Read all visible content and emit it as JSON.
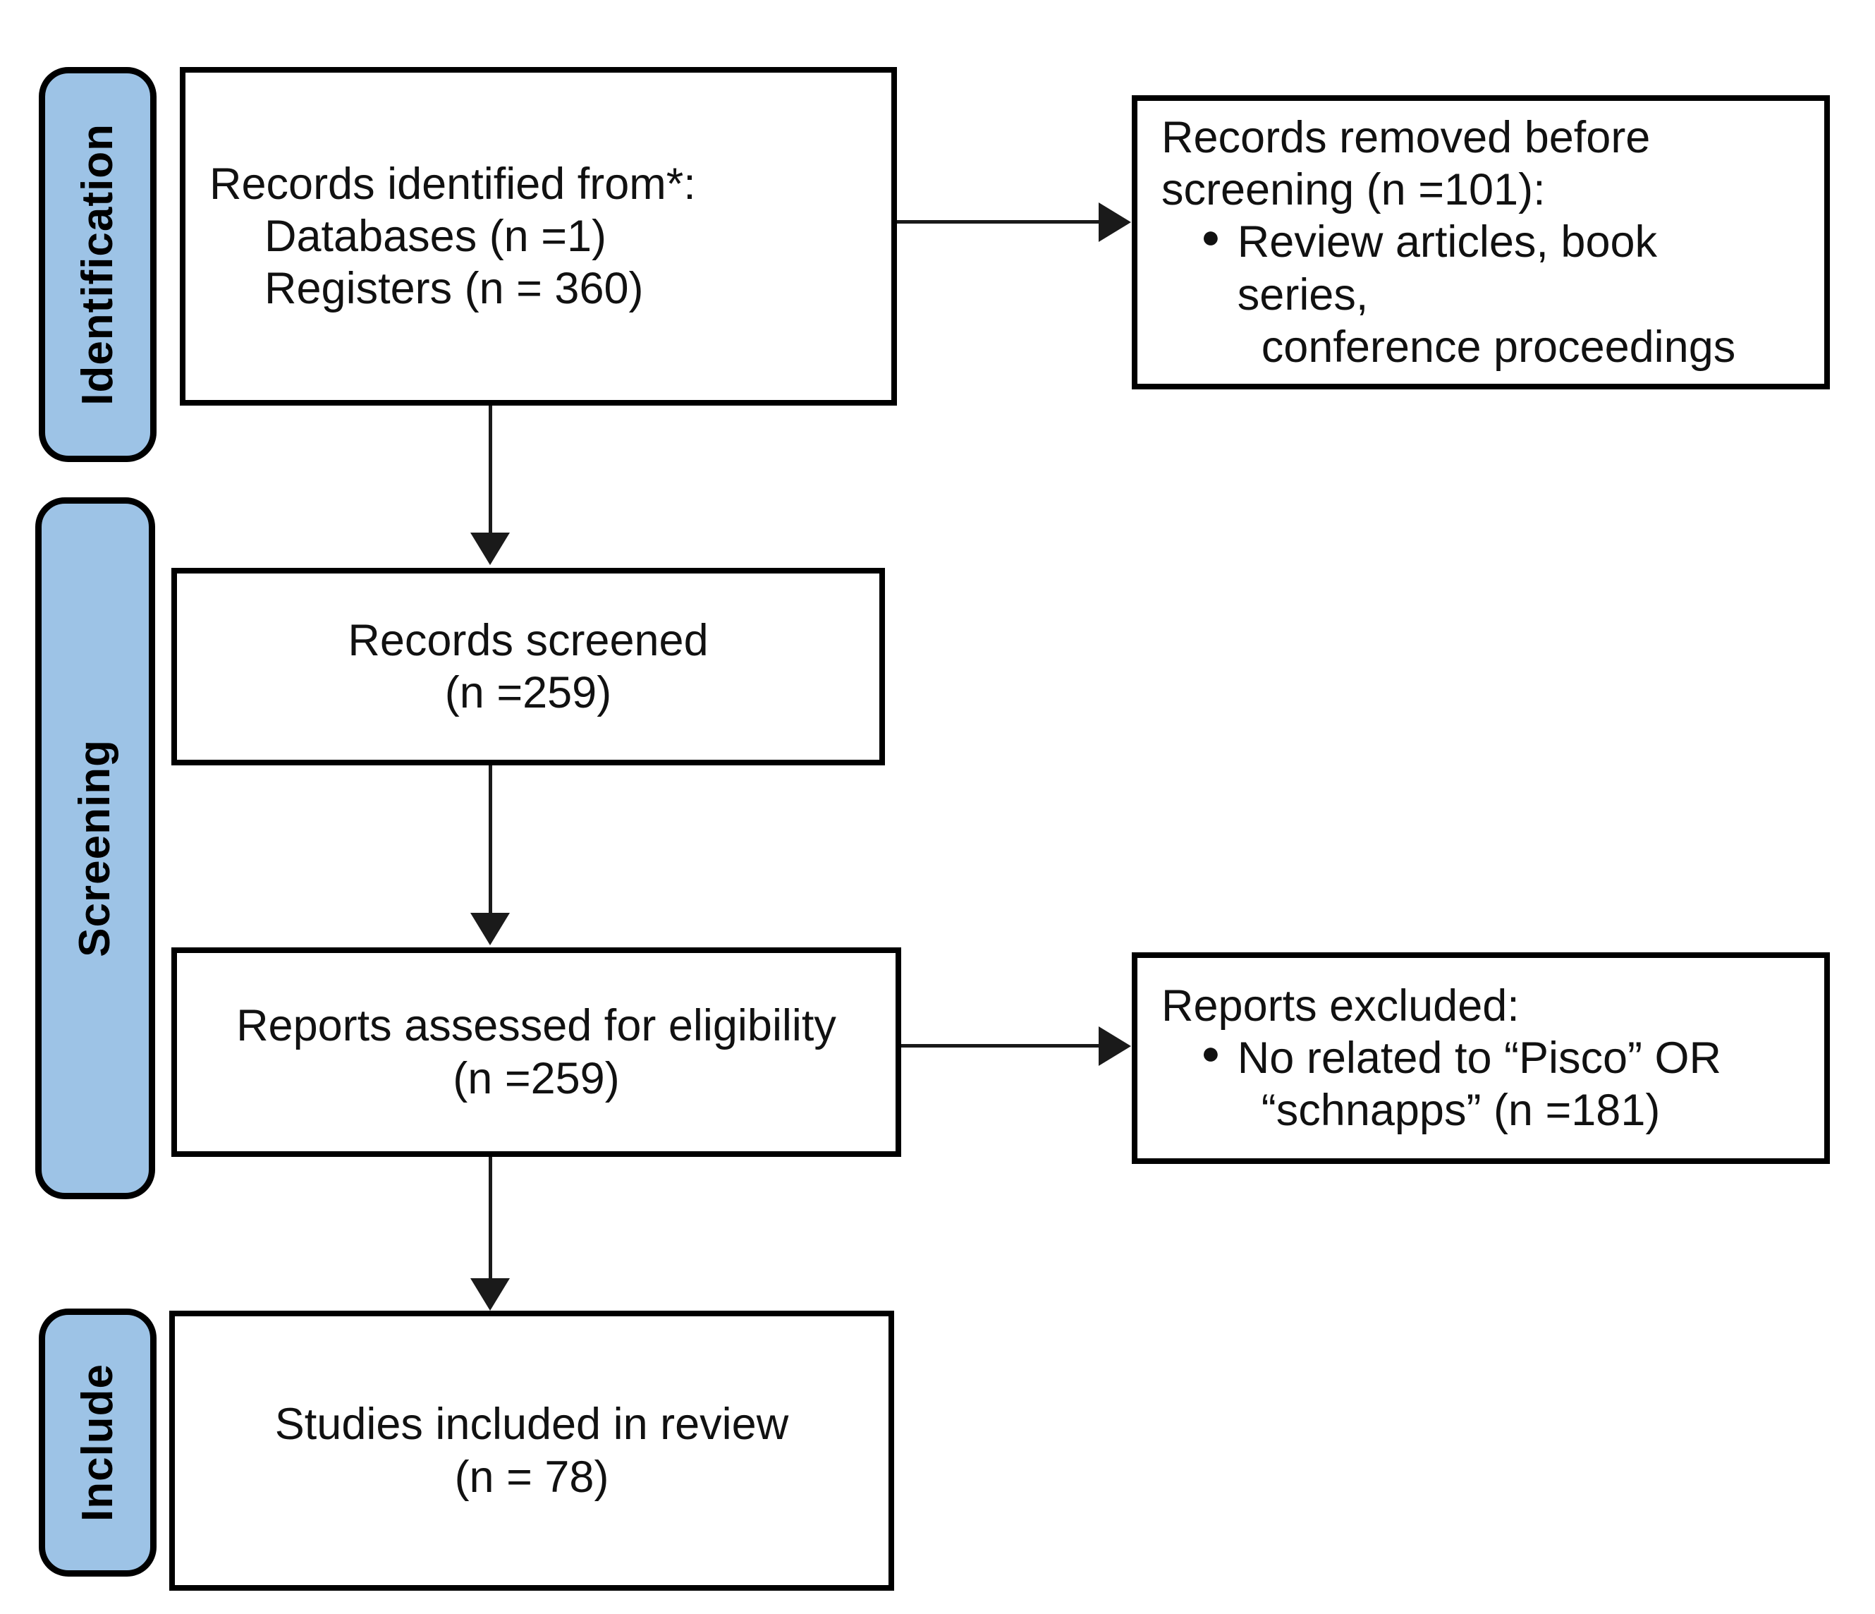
{
  "diagram": {
    "type": "prisma-flow-diagram",
    "accent_color": "#9DC3E6",
    "border_color": "#000000",
    "background_color": "#FFFFFF"
  },
  "stages": [
    {
      "id": "identification",
      "label": "Identification"
    },
    {
      "id": "screening",
      "label": "Screening"
    },
    {
      "id": "include",
      "label": "Include"
    }
  ],
  "boxes": {
    "records_identified": {
      "title": "Records identified from*:",
      "lines": [
        "Databases (n =1)",
        "Registers (n = 360)"
      ],
      "databases_n": 1,
      "registers_n": 360
    },
    "records_removed": {
      "title_line1": "Records removed before",
      "title_line2": "screening (n =101):",
      "bullets": [
        {
          "line1": "Review articles, book series,",
          "line2": "conference proceedings"
        }
      ],
      "n": 101
    },
    "records_screened": {
      "line1": "Records screened",
      "line2": "(n =259)",
      "n": 259
    },
    "reports_assessed": {
      "line1": "Reports assessed for eligibility",
      "line2": "(n =259)",
      "n": 259
    },
    "reports_excluded": {
      "title": "Reports excluded:",
      "bullets": [
        {
          "line1": "No related to “Pisco” OR",
          "line2": "“schnapps” (n =181)"
        }
      ],
      "n": 181
    },
    "studies_included": {
      "line1": "Studies included in review",
      "line2": "(n = 78)",
      "n": 78
    }
  },
  "bullet_glyph": "●",
  "connectors": [
    {
      "id": "identified-to-removed",
      "from": "records_identified",
      "to": "records_removed",
      "direction": "right"
    },
    {
      "id": "identified-to-screened",
      "from": "records_identified",
      "to": "records_screened",
      "direction": "down"
    },
    {
      "id": "screened-to-assessed",
      "from": "records_screened",
      "to": "reports_assessed",
      "direction": "down"
    },
    {
      "id": "assessed-to-excluded",
      "from": "reports_assessed",
      "to": "reports_excluded",
      "direction": "right"
    },
    {
      "id": "assessed-to-included",
      "from": "reports_assessed",
      "to": "studies_included",
      "direction": "down"
    }
  ]
}
